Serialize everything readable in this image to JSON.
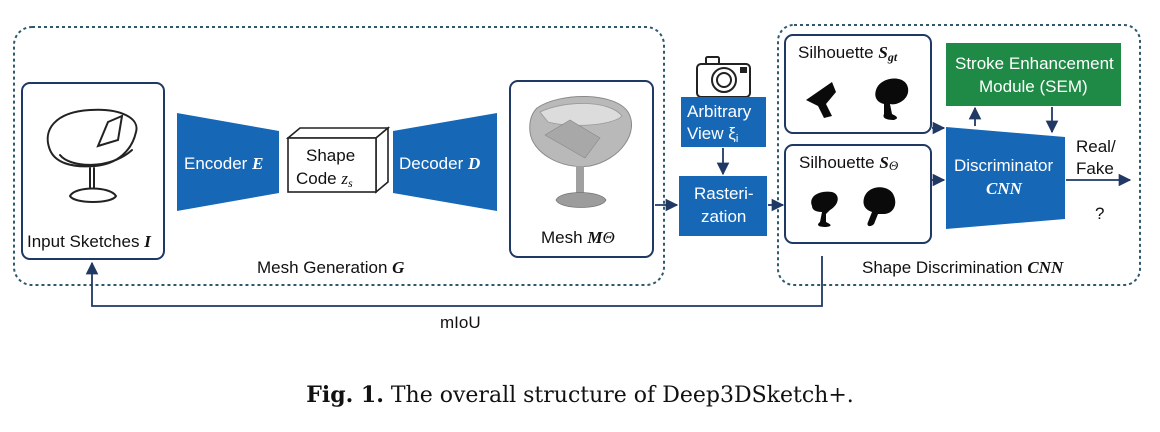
{
  "groups": {
    "mesh_generation": "Mesh Generation",
    "mesh_generation_symbol": "G",
    "shape_discrimination": "Shape Discrimination",
    "shape_discrimination_symbol": "CNN"
  },
  "nodes": {
    "input_sketches": "Input Sketches",
    "input_sketches_symbol": "I",
    "encoder": "Encoder",
    "encoder_symbol": "E",
    "shape_code_line1": "Shape",
    "shape_code_line2": "Code",
    "shape_code_symbol": "z",
    "shape_code_subscript": "s",
    "decoder": "Decoder",
    "decoder_symbol": "D",
    "mesh": "Mesh",
    "mesh_symbol": "M",
    "mesh_subscript": "Θ",
    "arbitrary_view_line1": "Arbitrary",
    "arbitrary_view_line2": "View ξ",
    "arbitrary_view_subscript": "i",
    "rasterization_line1": "Rasteri-",
    "rasterization_line2": "zation",
    "silhouette_gt": "Silhouette",
    "silhouette_gt_symbol": "S",
    "silhouette_gt_subscript": "gt",
    "silhouette_pred": "Silhouette",
    "silhouette_pred_symbol": "S",
    "silhouette_pred_subscript": "Θ",
    "sem_line1": "Stroke Enhancement",
    "sem_line2": "Module (SEM)",
    "discriminator": "Discriminator",
    "discriminator_symbol": "CNN",
    "output_line1": "Real/",
    "output_line2": "Fake",
    "output_question": "?"
  },
  "edges": {
    "miou": "mIoU"
  },
  "caption": {
    "label": "Fig. 1.",
    "text": " The overall structure of Deep3DSketch+."
  },
  "colors": {
    "blue": "#1668b6",
    "green": "#1e8a45",
    "navy": "#1f3864",
    "dashed": "#2e5a6e"
  }
}
